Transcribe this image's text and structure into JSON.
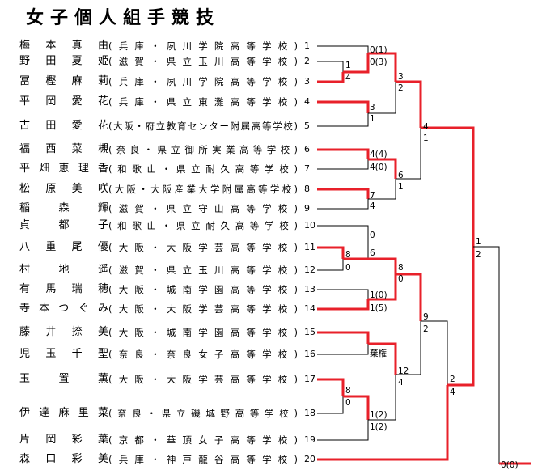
{
  "title": "女子個人組手競技",
  "players": [
    {
      "seed": "1",
      "name": "梅本真由",
      "school": "(兵庫・夙川学院高等学校)"
    },
    {
      "seed": "2",
      "name": "野田夏姫",
      "school": "(滋賀・県立玉川高等学校)"
    },
    {
      "seed": "3",
      "name": "冨樫麻莉",
      "school": "(兵庫・夙川学院高等学校)"
    },
    {
      "seed": "4",
      "name": "平岡愛花",
      "school": "(兵庫・県立東灘高等学校)"
    },
    {
      "seed": "5",
      "name": "古田愛花",
      "school": "(大阪・府立教育センター附属高等学校)"
    },
    {
      "seed": "6",
      "name": "福西菜槻",
      "school": "(奈良・県立御所実業高等学校)"
    },
    {
      "seed": "7",
      "name": "平畑恵理香",
      "school": "(和歌山・県立耐久高等学校)"
    },
    {
      "seed": "8",
      "name": "松原美咲",
      "school": "(大阪・大阪産業大学附属高等学校)"
    },
    {
      "seed": "9",
      "name": "稲森輝",
      "school": "(滋賀・県立守山高等学校)"
    },
    {
      "seed": "10",
      "name": "貞都子",
      "school": "(和歌山・県立耐久高等学校)"
    },
    {
      "seed": "11",
      "name": "八重尾優",
      "school": "(大阪・大阪学芸高等学校)"
    },
    {
      "seed": "12",
      "name": "村地遥",
      "school": "(滋賀・県立玉川高等学校)"
    },
    {
      "seed": "13",
      "name": "有馬瑞穂",
      "school": "(大阪・城南学園高等学校)"
    },
    {
      "seed": "14",
      "name": "寺本つぐみ",
      "school": "(大阪・大阪学芸高等学校)"
    },
    {
      "seed": "15",
      "name": "藤井捺美",
      "school": "(大阪・城南学園高等学校)"
    },
    {
      "seed": "16",
      "name": "児玉千聖",
      "school": "(奈良・奈良女子高等学校)"
    },
    {
      "seed": "17",
      "name": "玉置薫",
      "school": "(大阪・大阪学芸高等学校)"
    },
    {
      "seed": "18",
      "name": "伊達麻里菜",
      "school": "(奈良・県立磯城野高等学校)"
    },
    {
      "seed": "19",
      "name": "片岡彩葉",
      "school": "(京都・華頂女子高等学校)"
    },
    {
      "seed": "20",
      "name": "森口彩美",
      "school": "(兵庫・神戸龍谷高等学校)"
    }
  ],
  "scores": [
    "0(1)",
    "0(3)",
    "1",
    "4",
    "3",
    "1",
    "3",
    "2",
    "4(4)",
    "4(0)",
    "6",
    "1",
    "7",
    "4",
    "0",
    "6",
    "8",
    "0",
    "8",
    "0",
    "1(0)",
    "1(5)",
    "棄権",
    "12",
    "4",
    "8",
    "0",
    "1(2)",
    "1(2)",
    "4",
    "1",
    "9",
    "2",
    "2",
    "4",
    "1",
    "2",
    "0(0)"
  ],
  "colors": {
    "winner_line": "#e8202a",
    "loser_line": "#000000"
  }
}
